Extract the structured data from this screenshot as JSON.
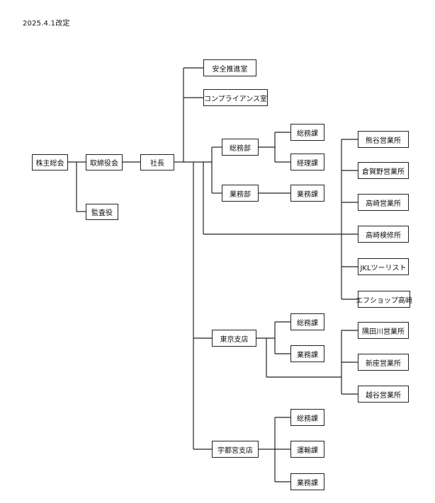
{
  "revision_date": "2025.4.1改定",
  "org": {
    "shareholders_meeting": "株主総会",
    "board": "取締役会",
    "auditor": "監査役",
    "president": "社長",
    "safety_office": "安全推進室",
    "compliance_office": "コンプライアンス室",
    "general_affairs_dept": {
      "name": "総務部",
      "sections": [
        "総務課",
        "経理課"
      ]
    },
    "business_dept": {
      "name": "業務部",
      "sections": [
        "業務課"
      ]
    },
    "gunma_offices": [
      "熊谷営業所",
      "倉賀野営業所",
      "高崎営業所",
      "高崎検修所",
      "JKLツーリスト",
      "エフショップ高崎"
    ],
    "tokyo_branch": {
      "name": "東京支店",
      "sections": [
        "総務課",
        "業務課"
      ],
      "offices": [
        "隅田川営業所",
        "新座営業所",
        "越谷営業所"
      ]
    },
    "utsunomiya_branch": {
      "name": "宇都宮支店",
      "sections": [
        "総務課",
        "運輸課",
        "業務課"
      ]
    }
  }
}
